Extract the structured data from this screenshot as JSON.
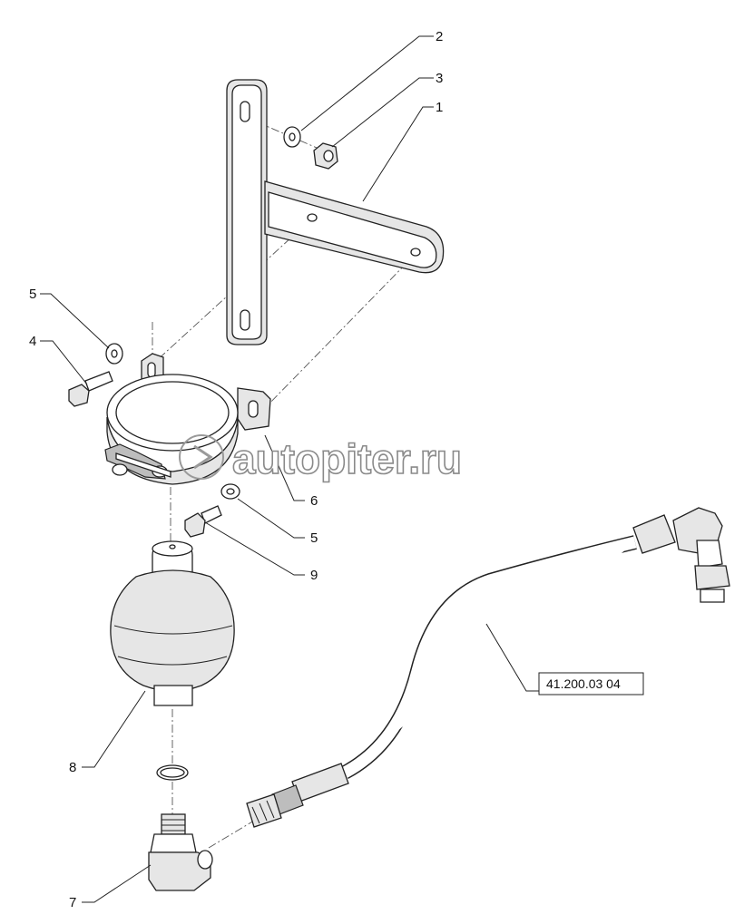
{
  "watermark": {
    "text": "autopiter.ru"
  },
  "callouts": [
    {
      "id": "c1",
      "label": "1"
    },
    {
      "id": "c2",
      "label": "2"
    },
    {
      "id": "c3",
      "label": "3"
    },
    {
      "id": "c4",
      "label": "4"
    },
    {
      "id": "c5a",
      "label": "5"
    },
    {
      "id": "c5b",
      "label": "5"
    },
    {
      "id": "c6",
      "label": "6"
    },
    {
      "id": "c7",
      "label": "7"
    },
    {
      "id": "c8",
      "label": "8"
    },
    {
      "id": "c9",
      "label": "9"
    }
  ],
  "reference": {
    "label": "41.200.03 04"
  }
}
